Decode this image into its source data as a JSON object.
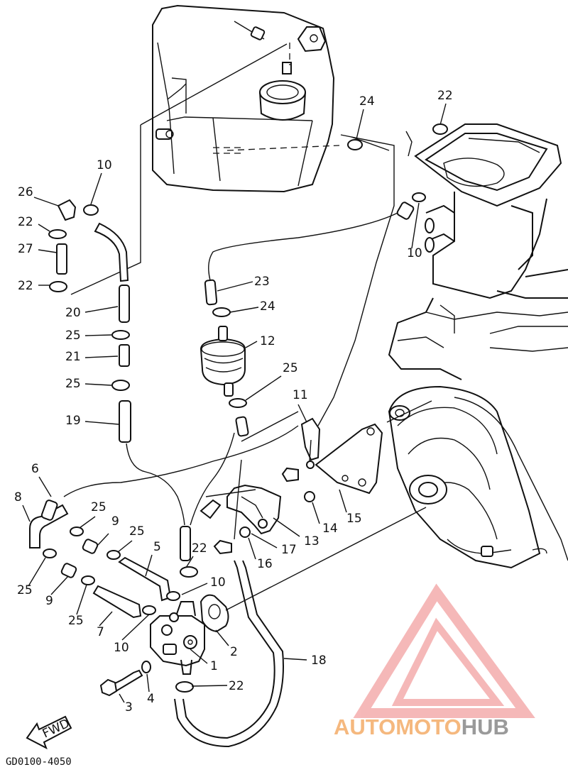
{
  "diagram_code": "GD0100-4050",
  "fwd_label": "FWD",
  "watermark": {
    "prefix": "AUTOMOTO",
    "suffix": "HUB",
    "prefix_color": "#f5b87e",
    "suffix_color": "#9a9a9a",
    "logo_color": "#f08a8a"
  },
  "callouts": [
    "1",
    "2",
    "3",
    "4",
    "5",
    "6",
    "7",
    "8",
    "9",
    "9",
    "10",
    "10",
    "10",
    "10",
    "11",
    "12",
    "13",
    "14",
    "15",
    "16",
    "17",
    "18",
    "19",
    "20",
    "21",
    "22",
    "22",
    "22",
    "22",
    "22",
    "23",
    "24",
    "24",
    "25",
    "25",
    "25",
    "25",
    "25",
    "25",
    "25",
    "26",
    "27"
  ]
}
